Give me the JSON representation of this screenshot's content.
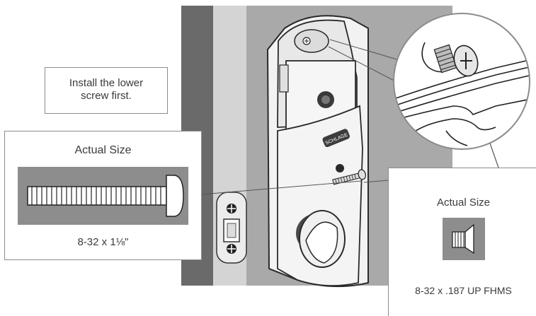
{
  "note": {
    "line1": "Install the lower",
    "line2": "screw first."
  },
  "left_callout": {
    "title": "Actual Size",
    "size": "8-32 x 1⅛\""
  },
  "right_callout": {
    "title": "Actual Size",
    "size": "8-32 x .187 UP FHMS"
  },
  "brand_badge": "SCHLAGE",
  "colors": {
    "wall": "#6a6a6a",
    "door_edge": "#d2d2d2",
    "door_face": "#a9a9a9",
    "plate": "#8d8d8d",
    "outline": "#8c8c8c"
  }
}
